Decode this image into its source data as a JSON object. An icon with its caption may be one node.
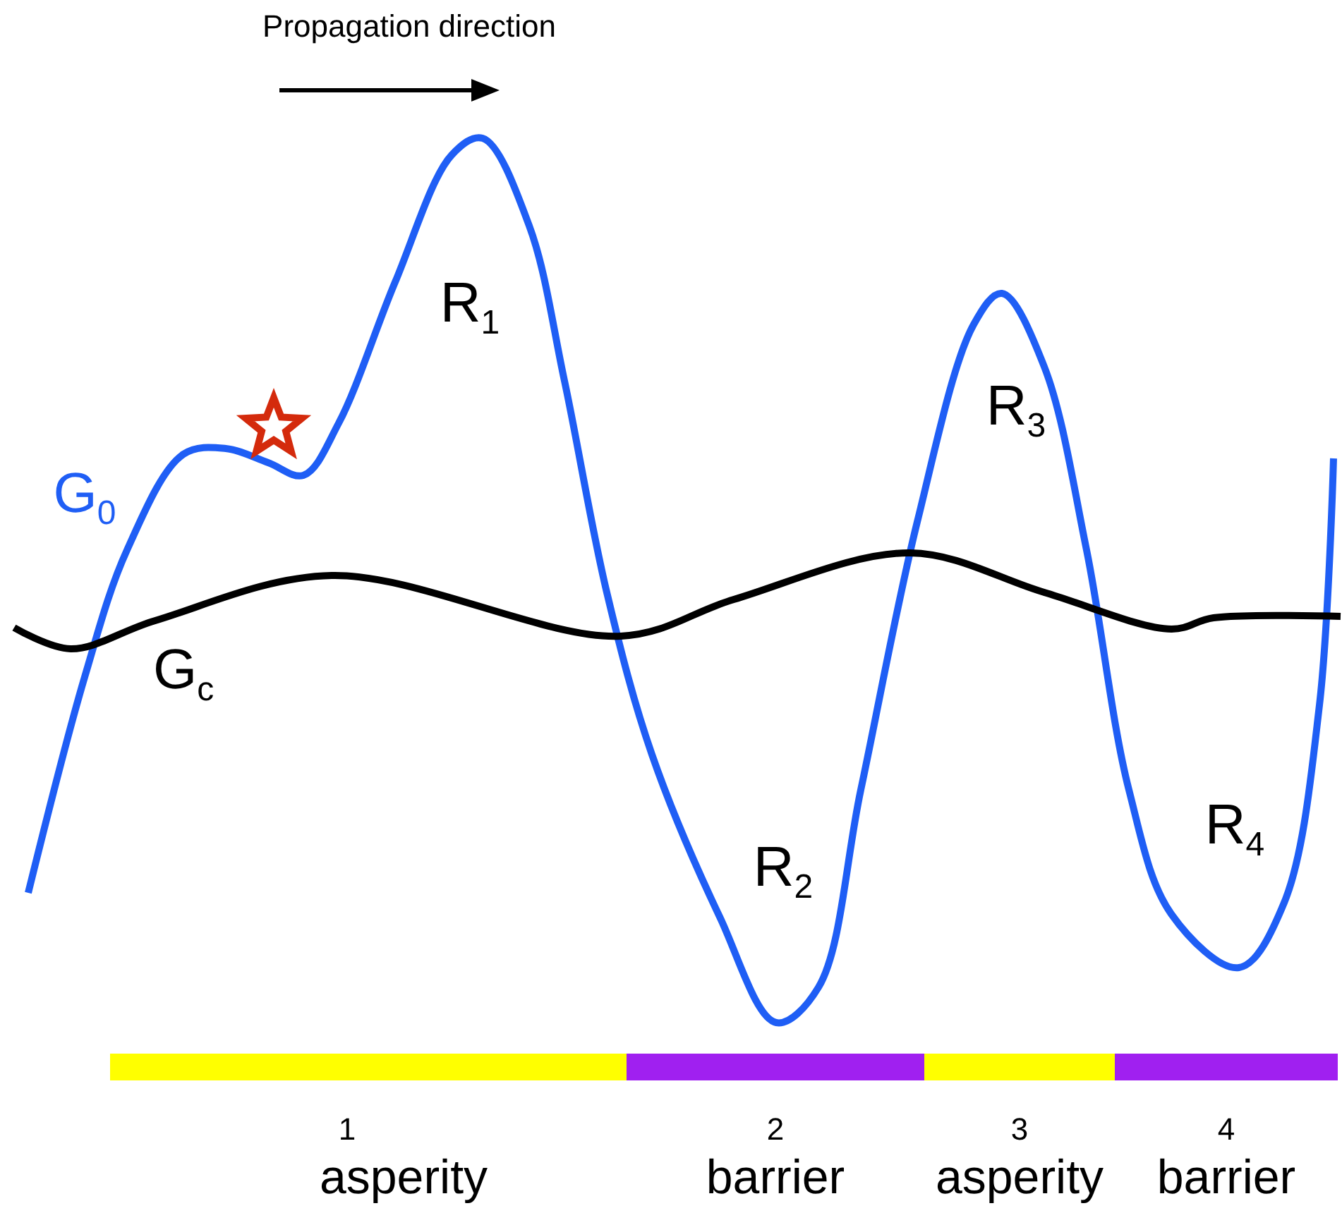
{
  "diagram": {
    "nodes": [
      {
        "text": [],
        "shape": "bar",
        "beside": [
          "1",
          "asperity"
        ]
      },
      {
        "text": [],
        "shape": "bar",
        "beside": [
          "2",
          "barrier"
        ]
      },
      {
        "text": [],
        "shape": "bar",
        "beside": [
          "3",
          "asperity"
        ]
      },
      {
        "text": [],
        "shape": "bar",
        "beside": [
          "4",
          "barrier"
        ]
      }
    ],
    "labels": [
      "Propagation direction",
      "R$_{1}$",
      "G$_{0}$",
      "R$_{3}$",
      "G$_{c}$",
      "R$_{2}$",
      "R$_{4}$"
    ]
  }
}
